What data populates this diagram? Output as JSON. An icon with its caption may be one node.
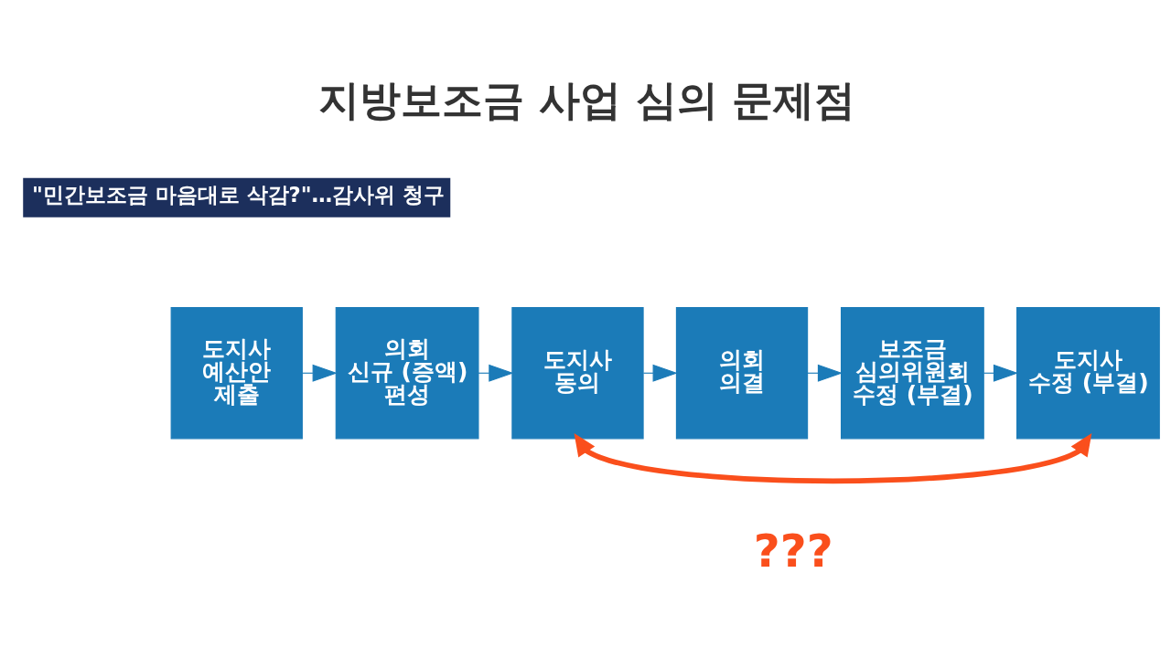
{
  "diagram": {
    "title": "지방보조금 사업 심의 문제점",
    "nodes": [
      {
        "text": [
          "도지사 예산안 제출"
        ]
      },
      {
        "text": [
          "의회 신규 (증액) 편성"
        ]
      },
      {
        "text": [
          "도지사 동의"
        ]
      },
      {
        "text": [
          "의회 의결"
        ]
      },
      {
        "text": [
          "보조금 심의위원회 수정 (부결)"
        ]
      },
      {
        "text": [
          "도지사 수정 (부결)"
        ]
      }
    ],
    "edges": [
      {
        "from": 0,
        "to": 1,
        "arrow": "to"
      },
      {
        "from": 1,
        "to": 2,
        "arrow": "to"
      },
      {
        "from": 2,
        "to": 3,
        "arrow": "to"
      },
      {
        "from": 3,
        "to": 4,
        "arrow": "to"
      },
      {
        "from": 4,
        "to": 5,
        "arrow": "to"
      },
      {
        "from": 2,
        "to": 5,
        "arrow": "both",
        "label": "???",
        "style": "thick",
        "color": "#fa4f1c"
      }
    ],
    "labels": [
      "\"민간보조금 마음대로 삭감?\"…감사위 청구"
    ]
  }
}
